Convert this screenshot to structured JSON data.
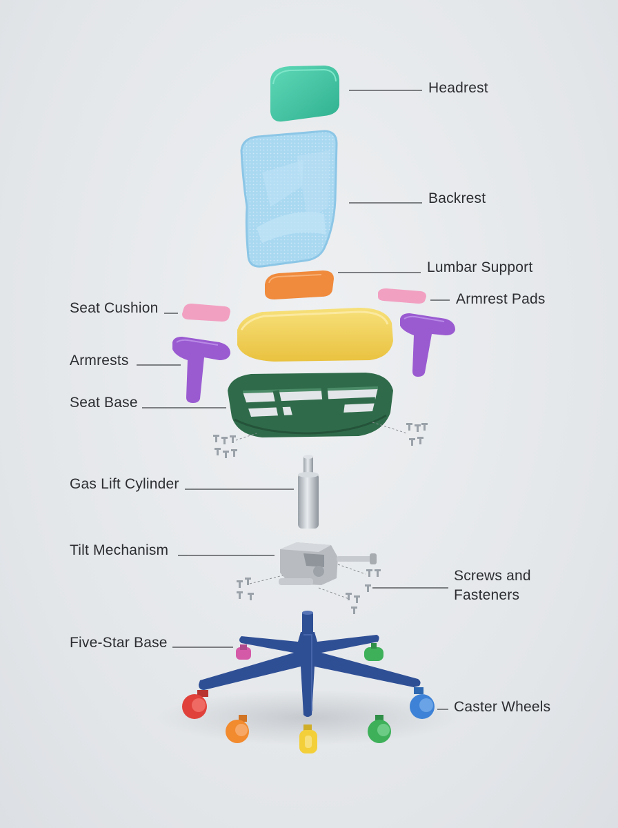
{
  "labels": {
    "headrest": "Headrest",
    "backrest": "Backrest",
    "lumbar_support": "Lumbar Support",
    "armrest_pads": "Armrest Pads",
    "seat_cushion": "Seat Cushion",
    "armrests": "Armrests",
    "seat_base": "Seat Base",
    "gas_lift_cylinder": "Gas Lift Cylinder",
    "tilt_mechanism": "Tilt Mechanism",
    "screws_line1": "Screws and",
    "screws_line2": "Fasteners",
    "five_star_base": "Five-Star Base",
    "caster_wheels": "Caster Wheels"
  },
  "colors": {
    "headrest": "#45c7a8",
    "backrest": "#9fd3ef",
    "lumbar": "#f08a3c",
    "pads": "#f2a0c2",
    "cushion": "#f3d35a",
    "armrest": "#9a5bd1",
    "seat_base": "#2f6b4a",
    "cylinder": "#c9ced4",
    "tilt": "#b8bcc1",
    "base": "#2f4f95",
    "wheel_red": "#e0413a",
    "wheel_orange": "#f28a2e",
    "wheel_yellow": "#f3cf3a",
    "wheel_green": "#3eb05a",
    "wheel_blue": "#3d82d6",
    "wheel_pink": "#d45aa8"
  }
}
